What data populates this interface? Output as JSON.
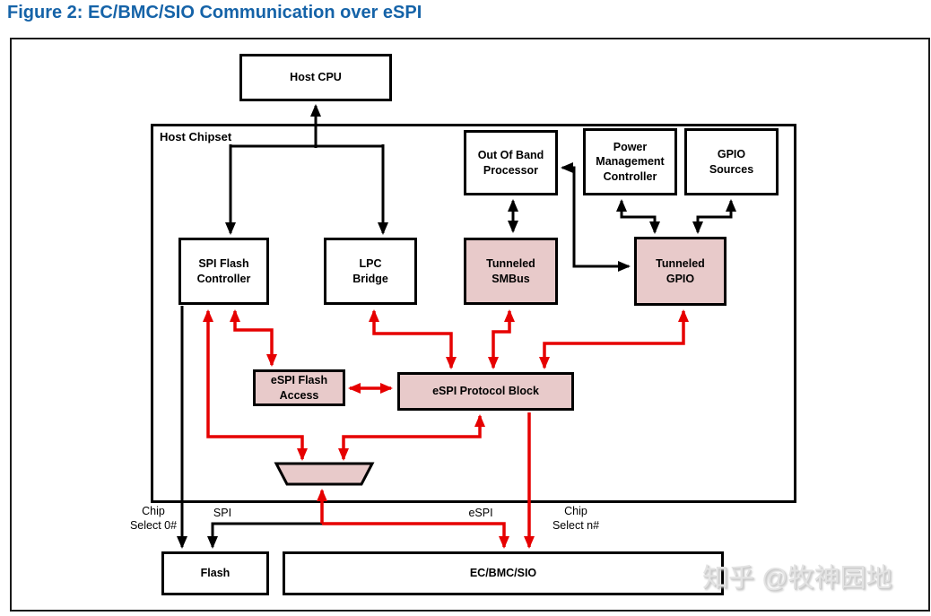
{
  "figure": {
    "title": "Figure 2: EC/BMC/SIO Communication over eSPI"
  },
  "diagram": {
    "chipset_label": "Host Chipset",
    "nodes": {
      "host_cpu": "Host CPU",
      "spi_flash_controller": "SPI Flash\nController",
      "lpc_bridge": "LPC\nBridge",
      "tunneled_smbus": "Tunneled\nSMBus",
      "oob_processor": "Out Of Band\nProcessor",
      "power_mgmt_controller": "Power\nManagement\nController",
      "gpio_sources": "GPIO\nSources",
      "tunneled_gpio": "Tunneled\nGPIO",
      "espi_flash_access": "eSPI Flash\nAccess",
      "espi_protocol_block": "eSPI Protocol Block",
      "flash": "Flash",
      "ec_bmc_sio": "EC/BMC/SIO"
    },
    "bus_labels": {
      "chip_select_0": "Chip\nSelect 0#",
      "spi": "SPI",
      "espi": "eSPI",
      "chip_select_n": "Chip\nSelect n#"
    },
    "colors": {
      "title_blue": "#1563a8",
      "arrow_red": "#e60000",
      "node_pink": "#e8caca",
      "line_black": "#000000"
    }
  },
  "watermark": "知乎 @牧神园地"
}
